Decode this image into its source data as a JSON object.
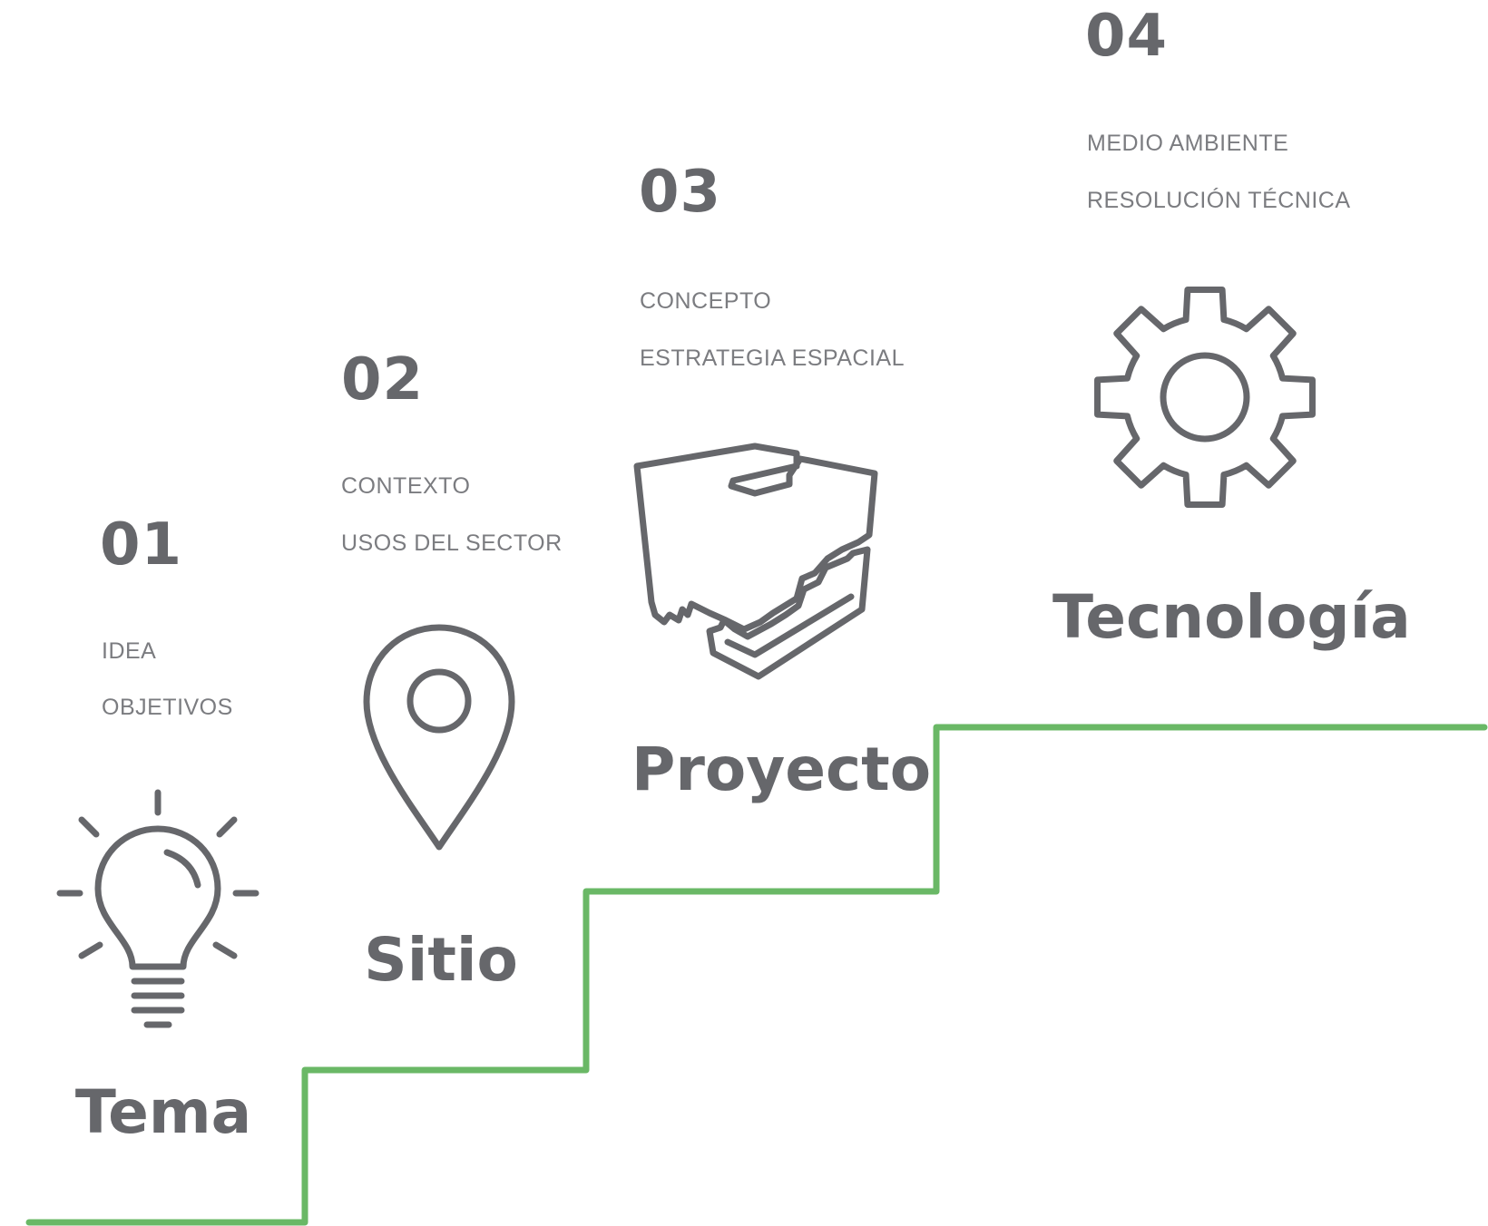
{
  "colors": {
    "stairs": "#6ab866",
    "text": "#66676b",
    "subtext": "#7b7c80"
  },
  "steps": [
    {
      "number": "01",
      "items": [
        "IDEA",
        "OBJETIVOS"
      ],
      "title": "Tema",
      "icon": "lightbulb-icon"
    },
    {
      "number": "02",
      "items": [
        "CONTEXTO",
        "USOS DEL SECTOR"
      ],
      "title": "Sitio",
      "icon": "map-pin-icon"
    },
    {
      "number": "03",
      "items": [
        "CONCEPTO",
        "ESTRATEGIA ESPACIAL"
      ],
      "title": "Proyecto",
      "icon": "building-block-icon"
    },
    {
      "number": "04",
      "items": [
        "MEDIO AMBIENTE",
        "RESOLUCIÓN TÉCNICA"
      ],
      "title": "Tecnología",
      "icon": "gear-icon"
    }
  ]
}
